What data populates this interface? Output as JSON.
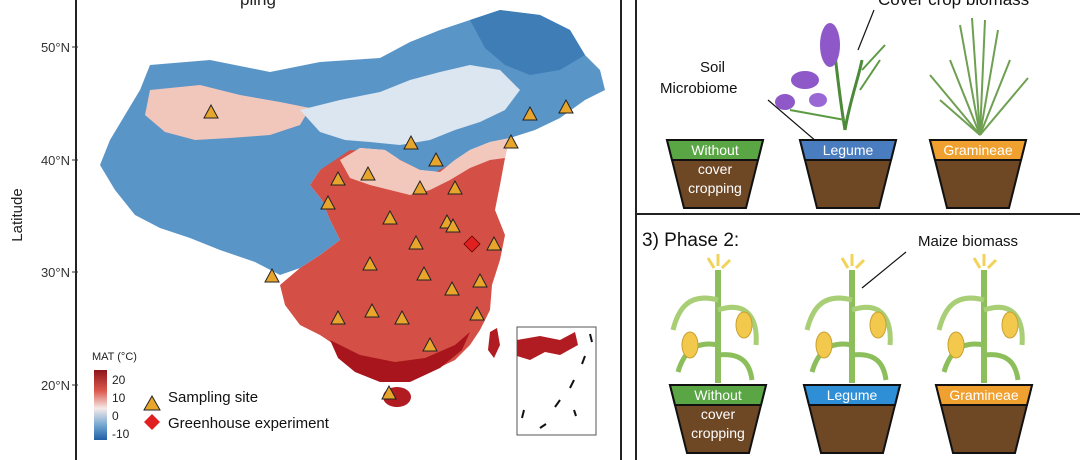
{
  "map": {
    "title_fragment": "pling",
    "ylabel": "Latitude",
    "lat_ticks": [
      "50°N",
      "40°N",
      "30°N",
      "20°N"
    ],
    "colorbar": {
      "title": "MAT (°C)",
      "ticks": [
        "20",
        "10",
        "0",
        "-10"
      ]
    },
    "legend": {
      "sampling": "Sampling site",
      "greenhouse": "Greenhouse experiment"
    },
    "sites": [
      [
        211,
        112
      ],
      [
        411,
        143
      ],
      [
        530,
        114
      ],
      [
        566,
        107
      ],
      [
        511,
        142
      ],
      [
        436,
        160
      ],
      [
        338,
        179
      ],
      [
        368,
        174
      ],
      [
        420,
        188
      ],
      [
        455,
        188
      ],
      [
        328,
        203
      ],
      [
        390,
        218
      ],
      [
        447,
        222
      ],
      [
        453,
        226
      ],
      [
        494,
        244
      ],
      [
        416,
        243
      ],
      [
        370,
        264
      ],
      [
        424,
        274
      ],
      [
        480,
        281
      ],
      [
        452,
        289
      ],
      [
        272,
        276
      ],
      [
        338,
        318
      ],
      [
        372,
        311
      ],
      [
        402,
        318
      ],
      [
        477,
        314
      ],
      [
        430,
        345
      ],
      [
        389,
        393
      ]
    ],
    "greenhouse_site": [
      472,
      244
    ]
  },
  "phase1": {
    "title_fragment": "Cover crop biomass",
    "soil_label_1": "Soil",
    "soil_label_2": "Microbiome",
    "pots": [
      {
        "label1": "Without",
        "label2": "cover",
        "label3": "cropping",
        "color": "#5aa544"
      },
      {
        "label1": "Legume",
        "color": "#4a7cc0"
      },
      {
        "label1": "Gramineae",
        "color": "#f0a02e"
      }
    ]
  },
  "phase2": {
    "title": "3) Phase 2:",
    "annotation": "Maize biomass",
    "pots": [
      {
        "label1": "Without",
        "label2": "cover",
        "label3": "cropping",
        "color": "#5aa544"
      },
      {
        "label1": "Legume",
        "color": "#2e8fd6"
      },
      {
        "label1": "Gramineae",
        "color": "#f0a02e"
      }
    ]
  },
  "colors": {
    "soil": "#6e4724",
    "warm": "#c4272b",
    "cold": "#3e7fb8",
    "site": "#e8a52c",
    "greenhouse": "#e02020"
  }
}
